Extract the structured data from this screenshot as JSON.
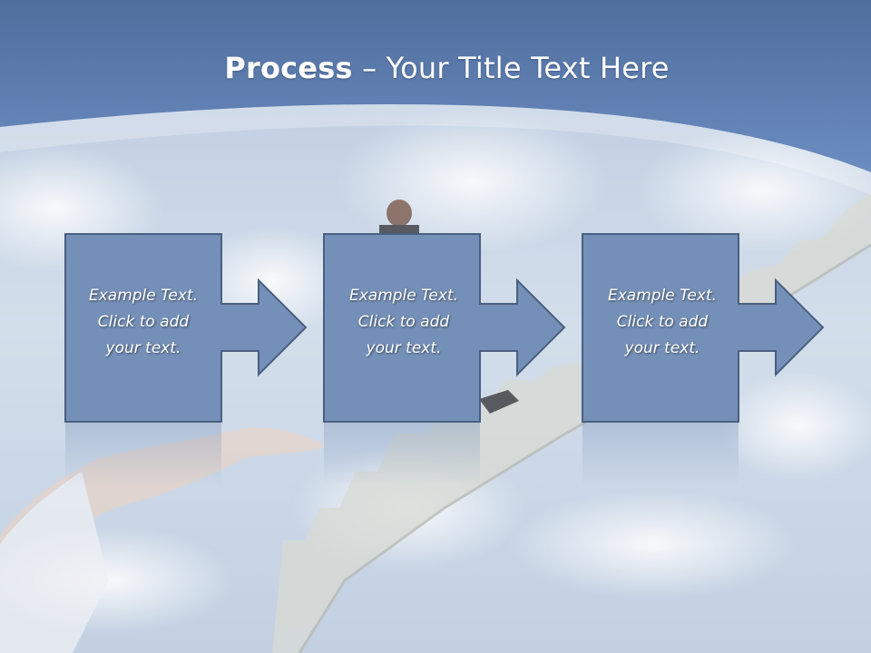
{
  "slide": {
    "title_bold": "Process",
    "title_rest": " – Your Title Text Here"
  },
  "steps": [
    {
      "text": "Example Text.\nClick  to add\nyour text."
    },
    {
      "text": "Example Text.\nClick  to add\nyour text."
    },
    {
      "text": "Example Text.\nClick  to add\nyour text."
    }
  ],
  "colors": {
    "header_blue": "#5a7fb5",
    "box_fill": "#7590b8",
    "box_border": "#4a5f80",
    "sky": "#c9d6e6"
  }
}
